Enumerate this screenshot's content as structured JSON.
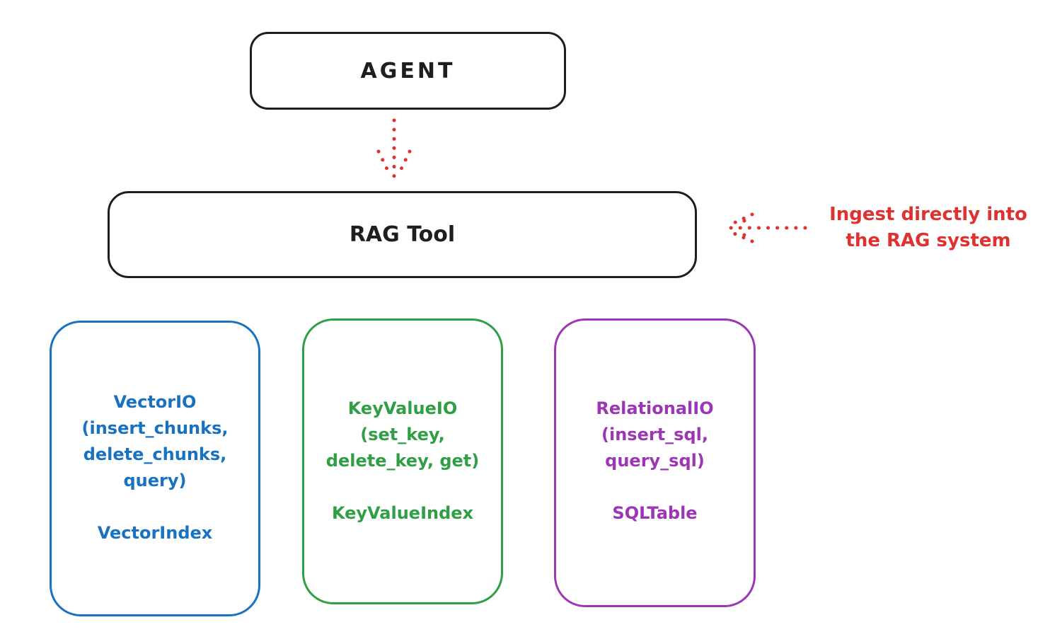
{
  "colors": {
    "background": "#ffffff",
    "ink": "#1e1e1e",
    "accent_red": "#e03131",
    "vector_blue": "#1971c2",
    "keyvalue_green": "#2f9e44",
    "relational_purple": "#9c36b5"
  },
  "nodes": {
    "agent": {
      "label": "AGENT"
    },
    "rag_tool": {
      "label": "RAG Tool"
    },
    "vector": {
      "lines": [
        "VectorIO",
        "(insert_chunks,",
        "delete_chunks,",
        "query)",
        "",
        "VectorIndex"
      ]
    },
    "keyvalue": {
      "lines": [
        "KeyValueIO",
        "(set_key,",
        "delete_key, get)",
        "",
        "KeyValueIndex"
      ]
    },
    "relational": {
      "lines": [
        "RelationalIO",
        "(insert_sql,",
        "query_sql)",
        "",
        "SQLTable"
      ]
    }
  },
  "annotation": {
    "line1": "Ingest directly into",
    "line2": "the RAG system"
  },
  "edges": {
    "agent_to_rag": {
      "from": "AGENT",
      "to": "RAG Tool",
      "style": "dotted-arrow"
    },
    "ingest_to_rag": {
      "to": "RAG Tool",
      "style": "dotted-arrow",
      "label": "Ingest directly into the RAG system"
    }
  }
}
